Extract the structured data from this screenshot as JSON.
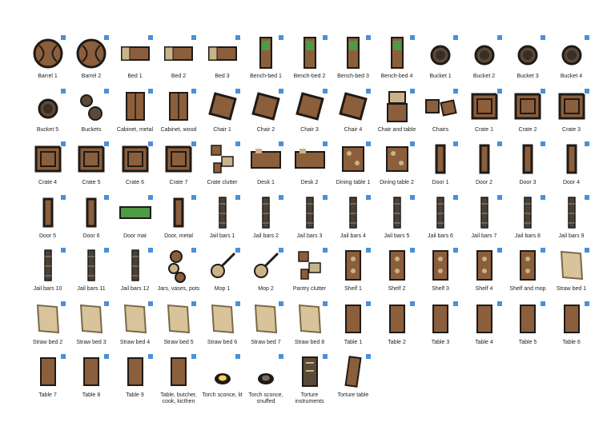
{
  "colors": {
    "wood": "#8b5e3c",
    "dark": "#1f1a15",
    "green": "#4f9a45",
    "straw": "#d8c39a",
    "stone": "#c9b48a",
    "badge": "#4a90d9"
  },
  "assets": [
    {
      "label": "Barrel 1",
      "icon": "barrel-icon"
    },
    {
      "label": "Barrel 2",
      "icon": "barrel-icon"
    },
    {
      "label": "Bed 1",
      "icon": "bed-icon"
    },
    {
      "label": "Bed 2",
      "icon": "bed-icon"
    },
    {
      "label": "Bed 3",
      "icon": "bed-icon"
    },
    {
      "label": "Bench-bed 1",
      "icon": "bench-bed-icon"
    },
    {
      "label": "Bench-bed 2",
      "icon": "bench-bed-icon"
    },
    {
      "label": "Bench-bed 3",
      "icon": "bench-bed-icon"
    },
    {
      "label": "Bench-bed 4",
      "icon": "bench-bed-icon"
    },
    {
      "label": "Bucket 1",
      "icon": "bucket-icon"
    },
    {
      "label": "Bucket 2",
      "icon": "bucket-icon"
    },
    {
      "label": "Bucket 3",
      "icon": "bucket-icon"
    },
    {
      "label": "Bucket 4",
      "icon": "bucket-icon"
    },
    {
      "label": "Bucket 5",
      "icon": "bucket-icon"
    },
    {
      "label": "Buckets",
      "icon": "buckets-icon"
    },
    {
      "label": "Cabinet, metal",
      "icon": "cabinet-icon"
    },
    {
      "label": "Cabinet, wood",
      "icon": "cabinet-icon"
    },
    {
      "label": "Chair 1",
      "icon": "chair-icon"
    },
    {
      "label": "Chair 2",
      "icon": "chair-icon"
    },
    {
      "label": "Chair 3",
      "icon": "chair-icon"
    },
    {
      "label": "Chair 4",
      "icon": "chair-icon"
    },
    {
      "label": "Chair and table",
      "icon": "chair-table-icon"
    },
    {
      "label": "Chairs",
      "icon": "chairs-icon"
    },
    {
      "label": "Crate 1",
      "icon": "crate-icon"
    },
    {
      "label": "Crate 2",
      "icon": "crate-icon"
    },
    {
      "label": "Crate 3",
      "icon": "crate-icon"
    },
    {
      "label": "Crate 4",
      "icon": "crate-icon"
    },
    {
      "label": "Crate 5",
      "icon": "crate-icon"
    },
    {
      "label": "Crate 6",
      "icon": "crate-icon"
    },
    {
      "label": "Crate 7",
      "icon": "crate-icon"
    },
    {
      "label": "Crate clutter",
      "icon": "clutter-icon"
    },
    {
      "label": "Desk 1",
      "icon": "desk-icon"
    },
    {
      "label": "Desk 2",
      "icon": "desk-icon"
    },
    {
      "label": "Dining table 1",
      "icon": "dining-table-icon"
    },
    {
      "label": "Dining table 2",
      "icon": "dining-table-icon"
    },
    {
      "label": "Door 1",
      "icon": "door-icon"
    },
    {
      "label": "Door 2",
      "icon": "door-icon"
    },
    {
      "label": "Door 3",
      "icon": "door-icon"
    },
    {
      "label": "Door 4",
      "icon": "door-icon"
    },
    {
      "label": "Door 5",
      "icon": "door-icon"
    },
    {
      "label": "Door 6",
      "icon": "door-icon"
    },
    {
      "label": "Door mat",
      "icon": "door-mat-icon"
    },
    {
      "label": "Door, metal",
      "icon": "door-icon"
    },
    {
      "label": "Jail bars 1",
      "icon": "jail-bars-icon"
    },
    {
      "label": "Jail bars 2",
      "icon": "jail-bars-icon"
    },
    {
      "label": "Jail bars 3",
      "icon": "jail-bars-icon"
    },
    {
      "label": "Jail bars 4",
      "icon": "jail-bars-icon"
    },
    {
      "label": "Jail bars 5",
      "icon": "jail-bars-icon"
    },
    {
      "label": "Jail bars 6",
      "icon": "jail-bars-icon"
    },
    {
      "label": "Jail bars 7",
      "icon": "jail-bars-icon"
    },
    {
      "label": "Jail bars 8",
      "icon": "jail-bars-icon"
    },
    {
      "label": "Jail bars 9",
      "icon": "jail-bars-icon"
    },
    {
      "label": "Jail bars 10",
      "icon": "jail-bars-icon"
    },
    {
      "label": "Jail bars 11",
      "icon": "jail-bars-icon"
    },
    {
      "label": "Jail bars 12",
      "icon": "jail-bars-icon"
    },
    {
      "label": "Jars, vases, pots",
      "icon": "jars-icon"
    },
    {
      "label": "Mop 1",
      "icon": "mop-icon"
    },
    {
      "label": "Mop 2",
      "icon": "mop-icon"
    },
    {
      "label": "Pantry clutter",
      "icon": "clutter-icon"
    },
    {
      "label": "Shelf 1",
      "icon": "shelf-icon"
    },
    {
      "label": "Shelf 2",
      "icon": "shelf-icon"
    },
    {
      "label": "Shelf 3",
      "icon": "shelf-icon"
    },
    {
      "label": "Shelf 4",
      "icon": "shelf-icon"
    },
    {
      "label": "Shelf and mop",
      "icon": "shelf-icon"
    },
    {
      "label": "Straw bed 1",
      "icon": "straw-bed-icon"
    },
    {
      "label": "Straw bed 2",
      "icon": "straw-bed-icon"
    },
    {
      "label": "Straw bed 3",
      "icon": "straw-bed-icon"
    },
    {
      "label": "Straw bed 4",
      "icon": "straw-bed-icon"
    },
    {
      "label": "Straw bed 5",
      "icon": "straw-bed-icon"
    },
    {
      "label": "Straw bed 6",
      "icon": "straw-bed-icon"
    },
    {
      "label": "Straw bed 7",
      "icon": "straw-bed-icon"
    },
    {
      "label": "Straw bed 8",
      "icon": "straw-bed-icon"
    },
    {
      "label": "Table 1",
      "icon": "table-icon"
    },
    {
      "label": "Table 2",
      "icon": "table-icon"
    },
    {
      "label": "Table 3",
      "icon": "table-icon"
    },
    {
      "label": "Table 4",
      "icon": "table-icon"
    },
    {
      "label": "Table 5",
      "icon": "table-icon"
    },
    {
      "label": "Table 6",
      "icon": "table-icon"
    },
    {
      "label": "Table 7",
      "icon": "table-icon"
    },
    {
      "label": "Table 8",
      "icon": "table-icon"
    },
    {
      "label": "Table 9",
      "icon": "table-icon"
    },
    {
      "label": "Table, butcher, cook, kicthen",
      "icon": "table-icon"
    },
    {
      "label": "Torch sconce, lit",
      "icon": "torch-lit-icon"
    },
    {
      "label": "Torch sconce, snuffed",
      "icon": "torch-snuffed-icon"
    },
    {
      "label": "Torture instruments",
      "icon": "torture-instruments-icon"
    },
    {
      "label": "Torture table",
      "icon": "torture-table-icon"
    }
  ]
}
